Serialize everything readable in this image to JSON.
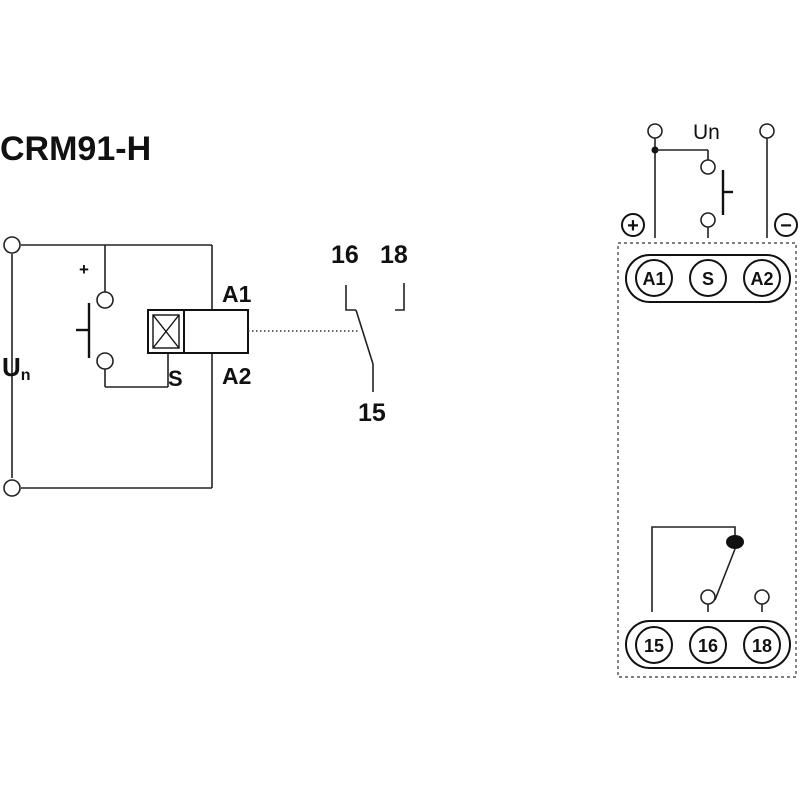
{
  "title": "CRM91-H",
  "schematic": {
    "supply_label": "U",
    "supply_subscript": "n",
    "plus_sign": "+",
    "coil_terminal_a1": "A1",
    "coil_terminal_a2": "A2",
    "control_terminal": "S",
    "contact_no": "16",
    "contact_nc": "18",
    "contact_common": "15"
  },
  "terminal_diagram": {
    "supply_label": "Un",
    "plus_sign": "+",
    "minus_sign": "−",
    "top_terminals": [
      "A1",
      "S",
      "A2"
    ],
    "bottom_terminals": [
      "15",
      "16",
      "18"
    ]
  }
}
